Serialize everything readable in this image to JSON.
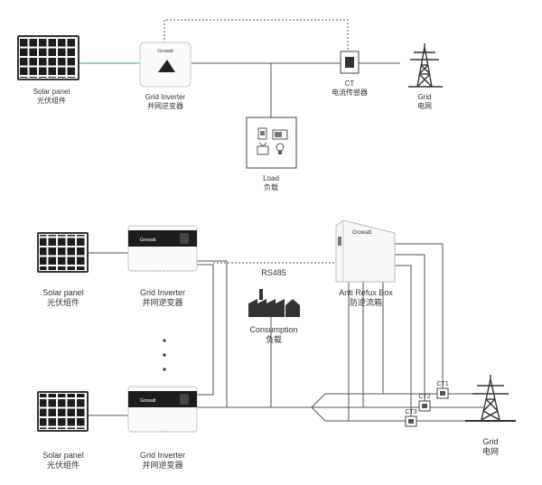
{
  "top": {
    "solar_panel": {
      "en": "Solar panel",
      "zh": "光伏组件"
    },
    "inverter": {
      "en": "Grid Inverter",
      "zh": "并网逆变器",
      "brand": "Growatt"
    },
    "ct": {
      "en": "CT",
      "zh": "电流传感器"
    },
    "grid": {
      "en": "Grid",
      "zh": "电网"
    },
    "load": {
      "en": "Load",
      "zh": "负载"
    }
  },
  "bottom": {
    "solar_panel_1": {
      "en": "Solar panel",
      "zh": "光伏组件"
    },
    "inverter_1": {
      "en": "Grid Inverter",
      "zh": "并网逆变器",
      "brand": "Growatt"
    },
    "solar_panel_2": {
      "en": "Solar panel",
      "zh": "光伏组件"
    },
    "inverter_2": {
      "en": "Grid Inverter",
      "zh": "并网逆变器",
      "brand": "Growatt"
    },
    "rs485": "RS485",
    "anti_refux_box": {
      "en": "Anti Refux Box",
      "zh": "防逆流箱",
      "brand": "Growatt"
    },
    "consumption": {
      "en": "Consumption",
      "zh": "负载"
    },
    "ct_labels": [
      "CT1",
      "CT2",
      "CT3"
    ],
    "grid": {
      "en": "Grid",
      "zh": "电网"
    }
  },
  "colors": {
    "line": "#555555",
    "green_cable": "#5fbf7a",
    "panel_dark": "#222222",
    "device_edge": "#c8c8c8"
  }
}
